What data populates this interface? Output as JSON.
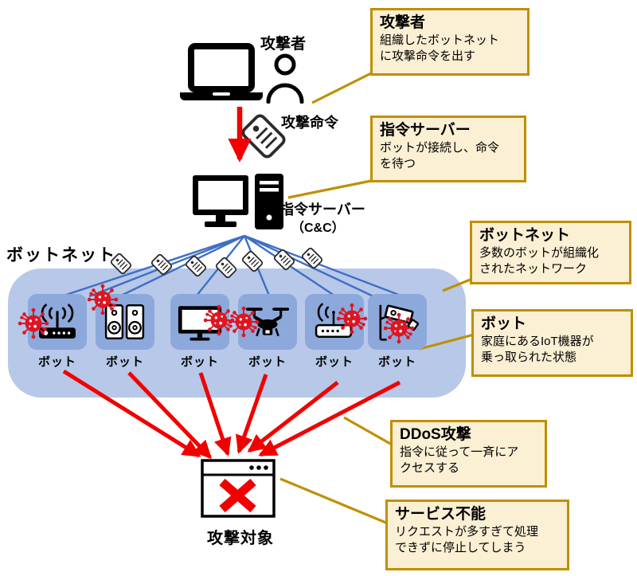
{
  "diagram": {
    "attacker_label": "攻撃者",
    "command_tag_label": "攻撃命令",
    "server_label": "指令サーバー",
    "server_sublabel": "（C&C）",
    "botnet_label": "ボットネット",
    "target_label": "攻撃対象",
    "bots": [
      {
        "label": "ボット",
        "device": "wifi-router"
      },
      {
        "label": "ボット",
        "device": "speakers"
      },
      {
        "label": "ボット",
        "device": "tv"
      },
      {
        "label": "ボット",
        "device": "drone"
      },
      {
        "label": "ボット",
        "device": "wifi-access-point"
      },
      {
        "label": "ボット",
        "device": "security-camera"
      }
    ]
  },
  "annotations": [
    {
      "title": "攻撃者",
      "body": "組織したボットネット\nに攻撃命令を出す"
    },
    {
      "title": "指令サーバー",
      "body": "ボットが接続し、命令\nを待つ"
    },
    {
      "title": "ボットネット",
      "body": "多数のボットが組織化\nされたネットワーク"
    },
    {
      "title": "ボット",
      "body": "家庭にあるIoT機器が\n乗っ取られた状態"
    },
    {
      "title": "DDoS攻撃",
      "body": "指令に従って一斉にア\nクセスする"
    },
    {
      "title": "サービス不能",
      "body": "リクエストが多すぎて処理\nできずに停止してしまう"
    }
  ],
  "colors": {
    "annotation_fill": "#FBEFD4",
    "annotation_border": "#BF9000",
    "botnet_fill": "#B7C8E9",
    "bot_tile_fill": "#8DA8DB",
    "network_line": "#3E6FC4",
    "attack_red": "#F20000",
    "virus_red": "#DD1622",
    "icon_black": "#000000"
  }
}
